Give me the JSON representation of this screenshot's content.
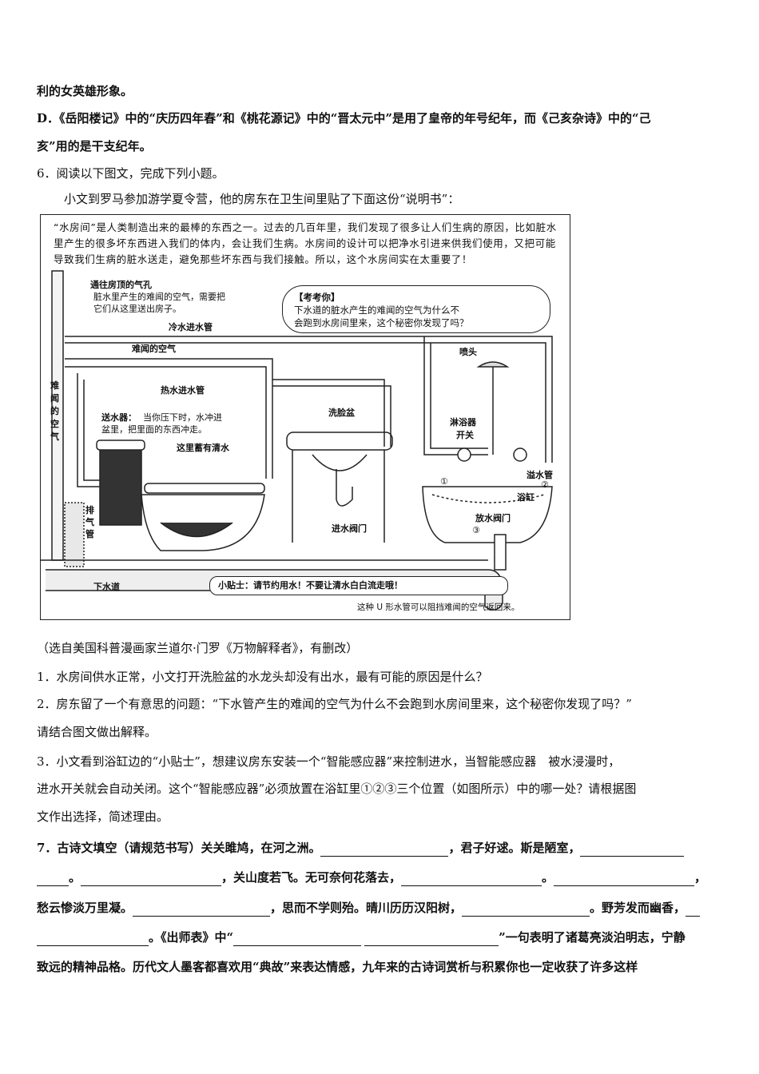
{
  "lines": {
    "l1": "利的女英雄形象。",
    "l2": "D．《岳阳楼记》中的“庆历四年春”和《桃花源记》中的“晋太元中”是用了皇帝的年号纪年，而《己亥杂诗》中的“己",
    "l3": "亥”用的是干支纪年。",
    "l4": "6．阅读以下图文，完成下列小题。",
    "l5": "小文到罗马参加游学夏令营，他的房东在卫生间里贴了下面这份“说明书”："
  },
  "figure": {
    "intro": "“水房间”是人类制造出来的最棒的东西之一。过去的几百年里，我们发现了很多让人们生病的原因，比如脏水里产生的很多坏东西进入我们的体内，会让我们生病。水房间的设计可以把净水引进来供我们使用，又把可能导致我们生病的脏水送走，避免那些坏东西与我们接触。所以，这个水房间实在太重要了！",
    "vent_title": "通往房顶的气孔",
    "vent_desc1": "脏水里产生的难闻的空气，需要把",
    "vent_desc2": "它们从这里送出房子。",
    "callout_title": "【考考你】",
    "callout_l1": "下水道的脏水产生的难闻的空气为什么不",
    "callout_l2": "会跑到水房间里来，这个秘密你发现了吗？",
    "cold_pipe": "冷水进水管",
    "bad_air": "难闻的空气",
    "hot_pipe": "热水进水管",
    "side_bad_air": "难闻的空气",
    "flusher_title": "送水器：",
    "flusher_l1": "当你压下时，水冲进",
    "flusher_l2": "盆里，把里面的东西冲走。",
    "clean_water": "这里蓄有清水",
    "exhaust": "排气管",
    "sink": "洗脸盆",
    "inlet_valve": "进水阀门",
    "shower_head": "喷头",
    "shower_switch1": "淋浴器",
    "shower_switch2": "开关",
    "overflow": "溢水管",
    "tub": "浴缸",
    "drain_valve": "放水阀门",
    "pos1": "①",
    "pos2": "②",
    "pos3": "③",
    "sewer": "下水道",
    "tip": "小贴士：请节约用水！不要让清水白白流走哦！",
    "u_pipe": "这种 U 形水管可以阻挡难闻的空气返回来。"
  },
  "after": {
    "source": "（选自美国科普漫画家兰道尔·门罗《万物解释者》，有删改）",
    "q1": "1．水房间供水正常，小文打开洗脸盆的水龙头却没有出水，最有可能的原因是什么？",
    "q2a": "2．房东留了一个有意思的问题：“下水管产生的难闻的空气为什么不会跑到水房间里来，这个秘密你发现了吗？”",
    "q2b": "请结合图文做出解释。",
    "q3a": "3．小文看到浴缸边的“小贴士”，想建议房东安装一个“智能感应器”来控制进水，当智能感应器　被水浸漫时，",
    "q3b": "进水开关就会自动关闭。这个“智能感应器”必须放置在浴缸里①②③三个位置（如图所示）中的哪一处？请根据图",
    "q3c": "文作出选择，简述理由。",
    "q7_1a": "7．古诗文填空（请规范书写）关关雎鸠，在河之洲。",
    "q7_1b": "，君子好逑。斯是陋室，",
    "q7_2a": "。",
    "q7_2b": "，关山度若飞。无可奈何花落去，",
    "q7_2c": "。",
    "q7_2d": "，",
    "q7_3a": "愁云惨淡万里凝。",
    "q7_3b": "，思而不学则殆。晴川历历汉阳树，",
    "q7_3c": "。野芳发而幽香，",
    "q7_4a": "。《出师表》中“",
    "q7_4b": "”一句表明了诸葛亮淡泊明志，宁静",
    "q7_5": "致远的精神品格。历代文人墨客都喜欢用“典故”来表达情感，九年来的古诗词赏析与积累你也一定收获了许多这样"
  }
}
